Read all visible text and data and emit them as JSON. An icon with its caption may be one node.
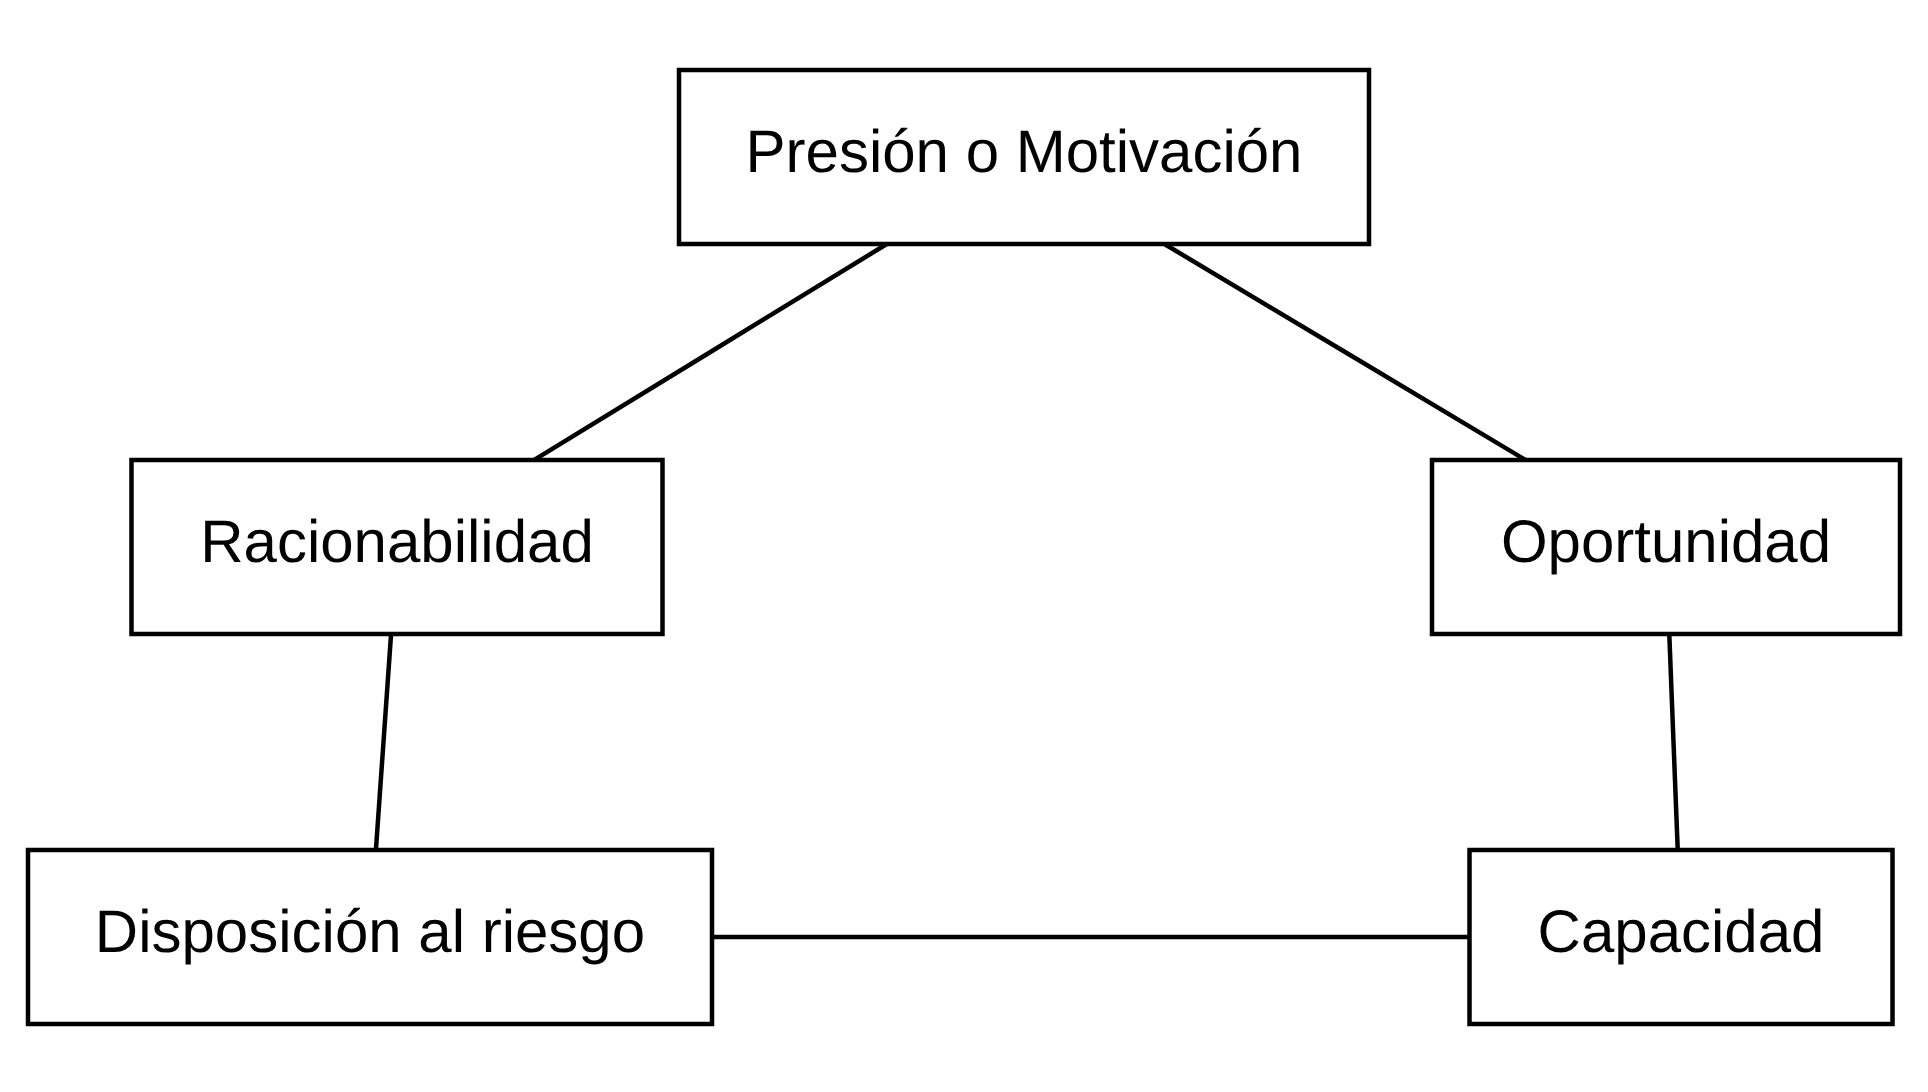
{
  "diagram": {
    "nodes": [
      {
        "text": [
          "Presión o Motivación"
        ]
      },
      {
        "text": [
          "Racionabilidad"
        ]
      },
      {
        "text": [
          "Oportunidad"
        ]
      },
      {
        "text": [
          "Disposición al riesgo"
        ]
      },
      {
        "text": [
          "Capacidad"
        ]
      }
    ],
    "edges": [
      {
        "from": 0,
        "to": 1,
        "arrow": "none"
      },
      {
        "from": 0,
        "to": 2,
        "arrow": "none"
      },
      {
        "from": 1,
        "to": 3,
        "arrow": "none"
      },
      {
        "from": 2,
        "to": 4,
        "arrow": "none"
      },
      {
        "from": 3,
        "to": 4,
        "arrow": "none"
      }
    ]
  }
}
